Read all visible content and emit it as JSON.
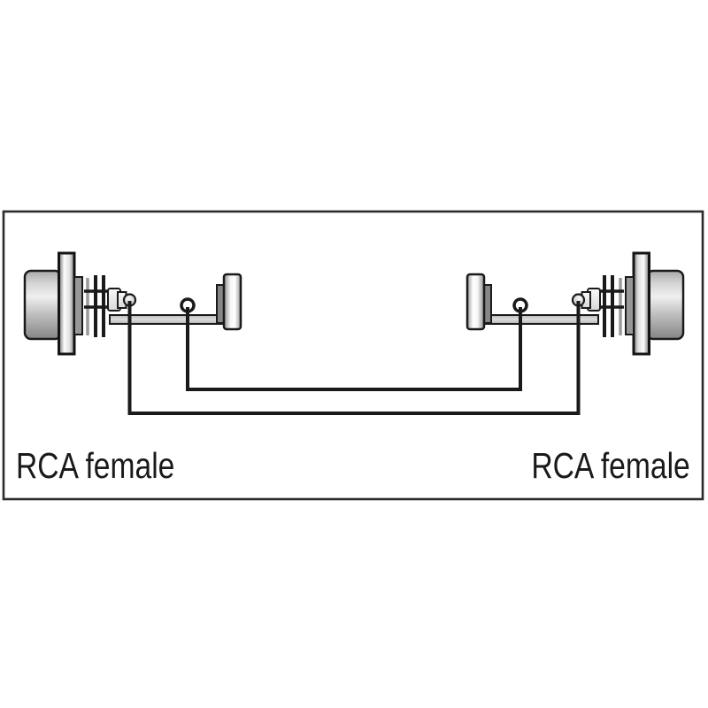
{
  "diagram": {
    "kind": "cable-wiring-diagram",
    "labels": {
      "left": "RCA female",
      "right": "RCA female"
    },
    "connectors": {
      "left": {
        "type": "RCA female",
        "icon": "rca-female-connector-icon"
      },
      "right": {
        "type": "RCA female",
        "icon": "rca-female-connector-icon"
      }
    },
    "connections": [
      {
        "id": "signal",
        "from": "left-center-pin",
        "to": "right-center-pin"
      },
      {
        "id": "ground",
        "from": "left-shield-lug",
        "to": "right-shield-lug"
      }
    ],
    "colors": {
      "background": "#ffffff",
      "frame_border": "#2b2b2b",
      "outline": "#1a1a1a",
      "wire": "#1a1a1a",
      "metal_light": "#f5f5f5",
      "metal_mid": "#c9c9c9",
      "metal_dark": "#8a8a8a"
    }
  }
}
